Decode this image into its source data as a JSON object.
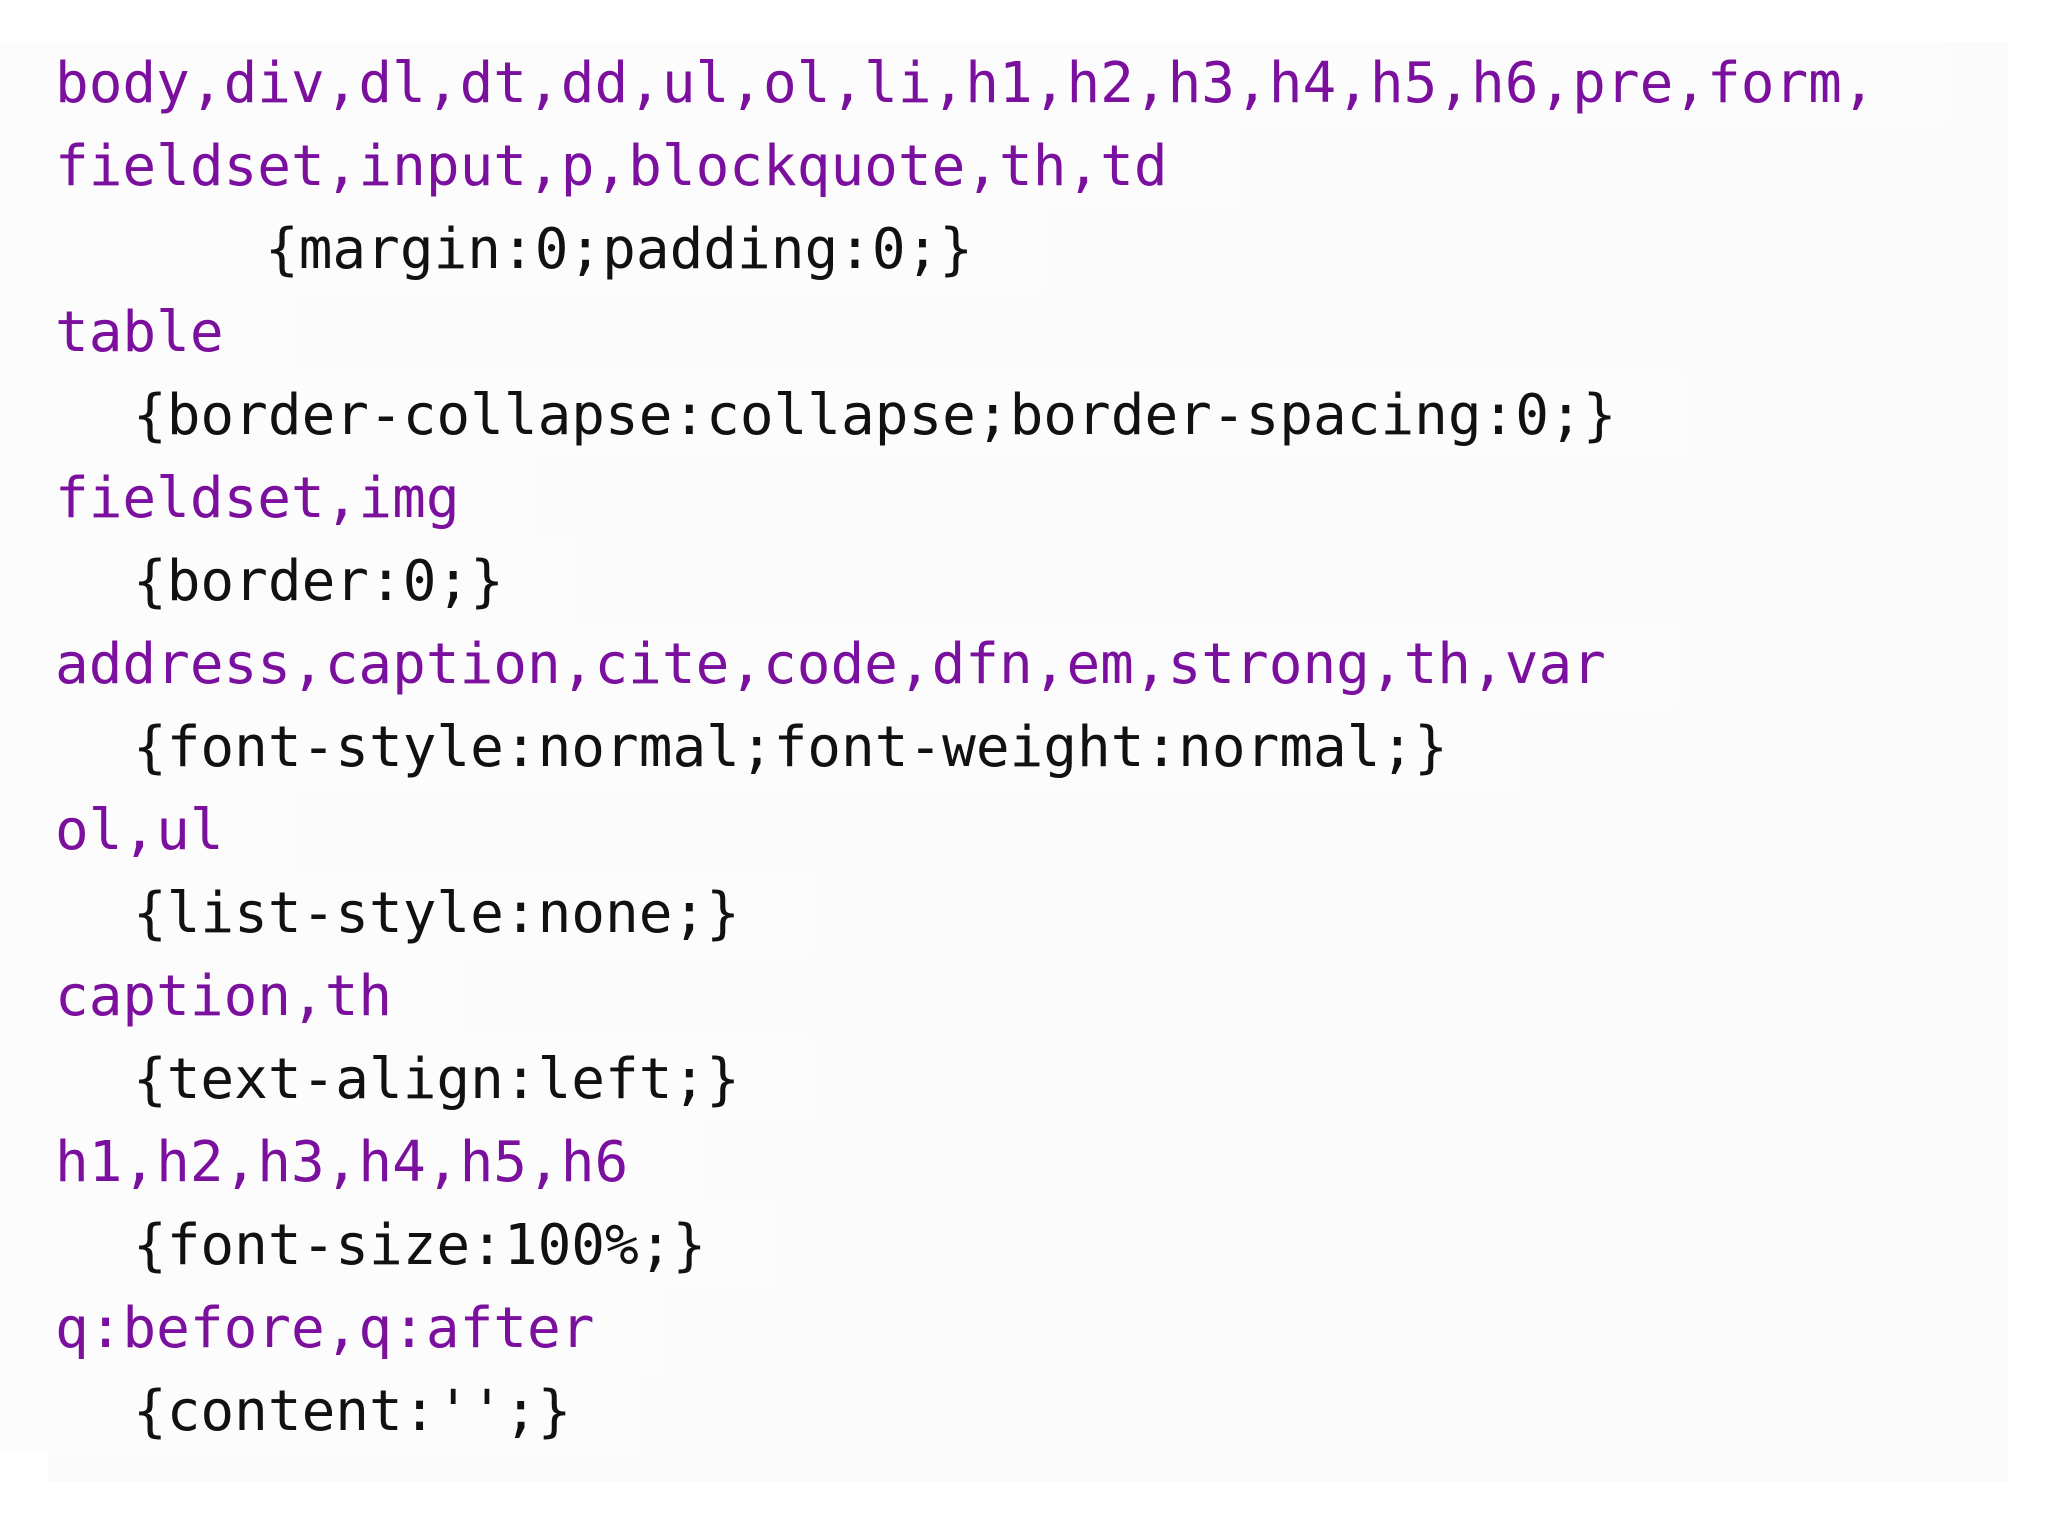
{
  "code": {
    "lines": [
      {
        "kind": "selector",
        "text": "body,div,dl,dt,dd,ul,ol,li,h1,h2,h3,h4,h5,h6,pre,form,"
      },
      {
        "kind": "selector",
        "text": "fieldset,input,p,blockquote,th,td"
      },
      {
        "kind": "declaration",
        "text": "{margin:0;padding:0;}"
      },
      {
        "kind": "selector",
        "text": "table"
      },
      {
        "kind": "declaration",
        "text": "{border-collapse:collapse;border-spacing:0;}"
      },
      {
        "kind": "selector",
        "text": "fieldset,img"
      },
      {
        "kind": "declaration",
        "text": "{border:0;}"
      },
      {
        "kind": "selector",
        "text": "address,caption,cite,code,dfn,em,strong,th,var"
      },
      {
        "kind": "declaration",
        "text": "{font-style:normal;font-weight:normal;}"
      },
      {
        "kind": "selector",
        "text": "ol,ul"
      },
      {
        "kind": "declaration",
        "text": "{list-style:none;}"
      },
      {
        "kind": "selector",
        "text": "caption,th"
      },
      {
        "kind": "declaration",
        "text": "{text-align:left;}"
      },
      {
        "kind": "selector",
        "text": "h1,h2,h3,h4,h5,h6"
      },
      {
        "kind": "declaration",
        "text": "{font-size:100%;}"
      },
      {
        "kind": "selector",
        "text": "q:before,q:after"
      },
      {
        "kind": "declaration",
        "text": "{content:'';}"
      }
    ]
  },
  "colors": {
    "selector": "#7b0f9e",
    "declaration": "#111111",
    "background": "#ffffff"
  }
}
